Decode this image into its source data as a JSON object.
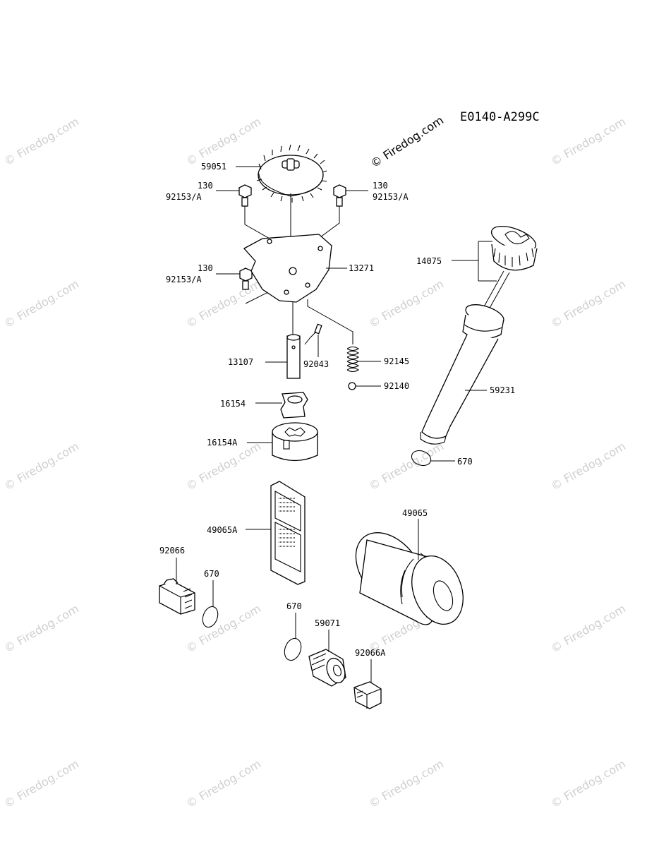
{
  "drawing_code": "E0140-A299C",
  "watermark_main": "© Firedog.com",
  "watermark_tile": "© Firedog.com",
  "labels": {
    "p59051": "59051",
    "p130_left": "130",
    "p92153A_left": "92153/A",
    "p130_right": "130",
    "p92153A_right": "92153/A",
    "p130_mid": "130",
    "p92153A_mid": "92153/A",
    "p13271": "13271",
    "p14075": "14075",
    "p13107": "13107",
    "p92043": "92043",
    "p92145": "92145",
    "p92140": "92140",
    "p59231": "59231",
    "p16154": "16154",
    "p16154A": "16154A",
    "p670_a": "670",
    "p49065A": "49065A",
    "p49065": "49065",
    "p92066": "92066",
    "p670_b": "670",
    "p670_c": "670",
    "p59071": "59071",
    "p92066A": "92066A"
  }
}
